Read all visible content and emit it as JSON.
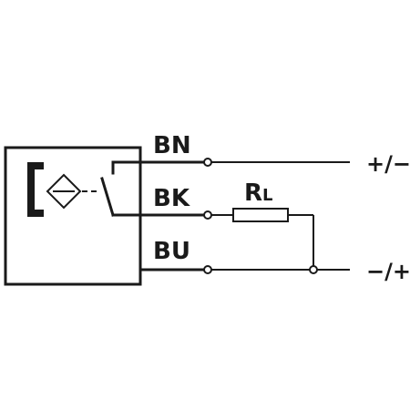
{
  "wires": {
    "brown": {
      "label": "BN"
    },
    "black": {
      "label": "BK"
    },
    "blue": {
      "label": "BU"
    }
  },
  "resistor": {
    "label_main": "R",
    "label_sub": "L"
  },
  "terminals": {
    "top": {
      "label": "+/−"
    },
    "bottom": {
      "label": "−/+"
    }
  },
  "icons": {
    "sensor_face": "bracket-icon",
    "coil": "diamond-coil-icon",
    "switch": "normally-open-switch-icon"
  },
  "colors": {
    "line": "#1a1a1a",
    "background": "#ffffff"
  }
}
